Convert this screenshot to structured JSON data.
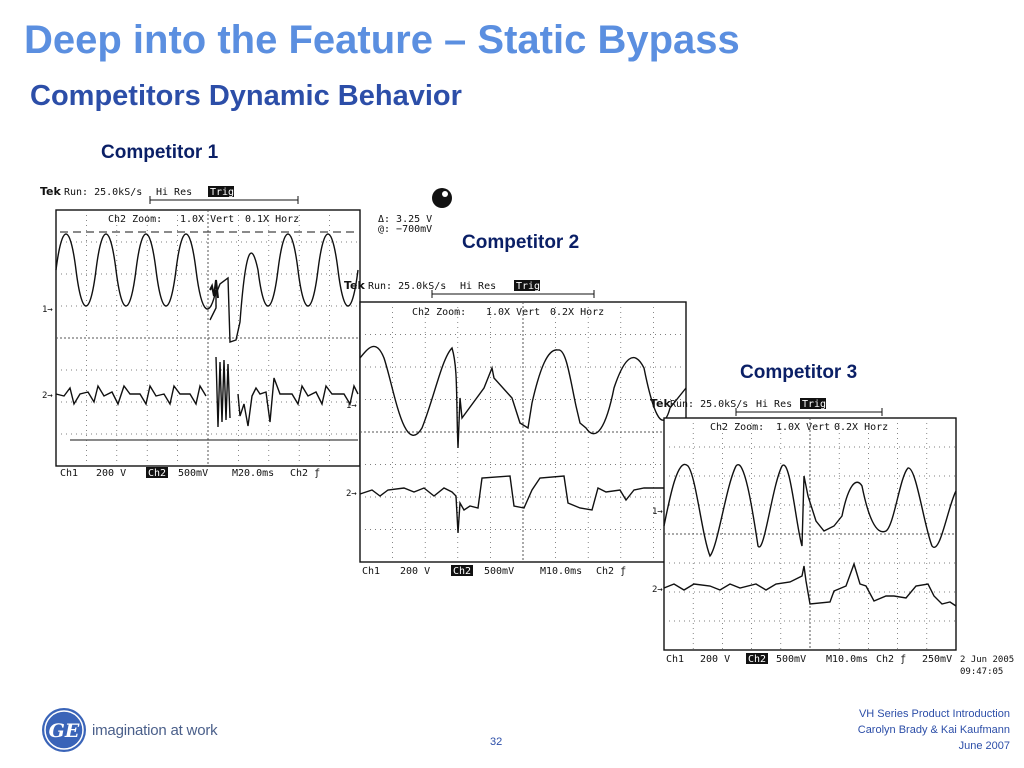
{
  "slide": {
    "title": "Deep into the Feature – Static Bypass",
    "subtitle": "Competitors Dynamic Behavior",
    "page_number": "32"
  },
  "competitors": [
    {
      "label": "Competitor 1",
      "scope": {
        "brand": "Tek",
        "run": "Run: 25.0kS/s",
        "mode": "Hi Res",
        "trig": "Trig?",
        "zoom": "Ch2 Zoom:",
        "vert": "1.0X Vert",
        "horz": "0.1X Horz",
        "delta": "Δ: 3.25 V",
        "at": "@: −700mV",
        "ch1_marker": "1→",
        "ch2_marker": "2→",
        "ch1": "Ch1",
        "ch1_scale": "200 V",
        "ch2": "Ch2",
        "ch2_scale": "500mV",
        "timebase": "M20.0ms",
        "trigger_src": "Ch2 ƒ"
      }
    },
    {
      "label": "Competitor 2",
      "scope": {
        "brand": "Tek",
        "run": "Run: 25.0kS/s",
        "mode": "Hi Res",
        "trig": "Trig?",
        "zoom": "Ch2 Zoom:",
        "vert": "1.0X Vert",
        "horz": "0.2X Horz",
        "ch1_marker": "1→",
        "ch2_marker": "2→",
        "ch1": "Ch1",
        "ch1_scale": "200 V",
        "ch2": "Ch2",
        "ch2_scale": "500mV",
        "timebase": "M10.0ms",
        "trigger_src": "Ch2 ƒ"
      }
    },
    {
      "label": "Competitor 3",
      "scope": {
        "brand": "Tek",
        "run": "Run: 25.0kS/s",
        "mode": "Hi Res",
        "trig": "Trig?",
        "zoom": "Ch2 Zoom:",
        "vert": "1.0X Vert",
        "horz": "0.2X Horz",
        "ch1_marker": "1→",
        "ch2_marker": "2→",
        "ch1": "Ch1",
        "ch1_scale": "200 V",
        "ch2": "Ch2",
        "ch2_scale": "500mV",
        "timebase": "M10.0ms",
        "trigger_src": "Ch2 ƒ",
        "trig_level": "250mV",
        "date": "2 Jun 2005",
        "time": "09:47:05"
      }
    }
  ],
  "footer": {
    "logo_text": "GE",
    "tagline": "imagination at work",
    "line1": "VH Series Product Introduction",
    "line2": "Carolyn Brady & Kai Kaufmann",
    "line3": "June 2007"
  },
  "colors": {
    "title": "#5b8fe0",
    "subtitle": "#2c4ea8",
    "label": "#0a1f66",
    "footer": "#2c4ea8",
    "ge_blue": "#3a64b8"
  }
}
